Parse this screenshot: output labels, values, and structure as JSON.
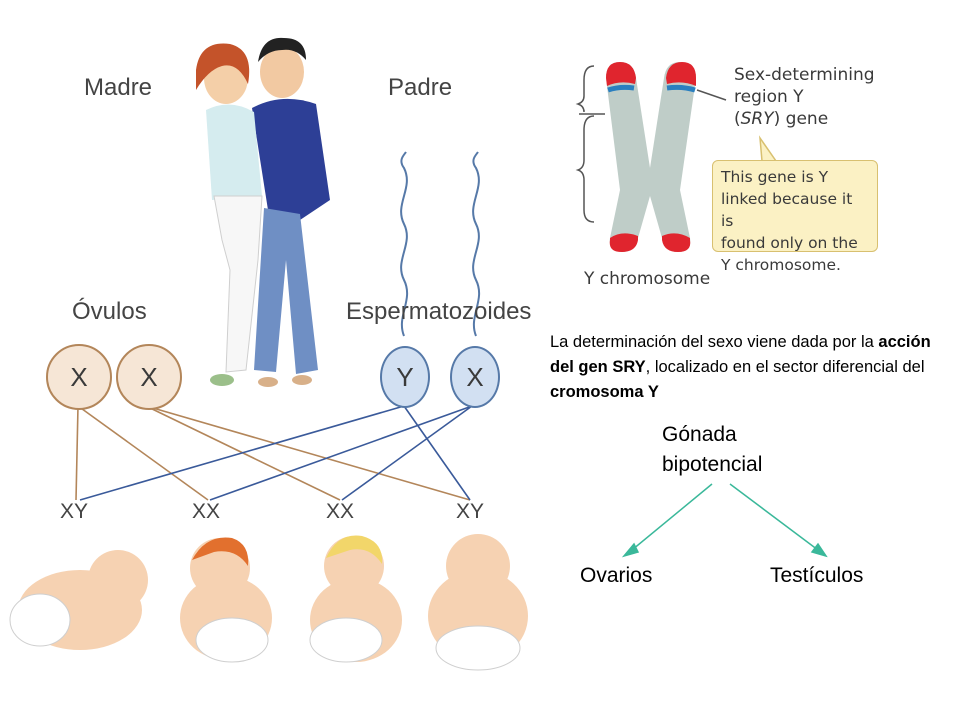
{
  "family": {
    "mother_label": "Madre",
    "father_label": "Padre",
    "ova_label": "Óvulos",
    "sperm_label": "Espermatozoides",
    "ova": [
      "X",
      "X"
    ],
    "sperm": [
      "Y",
      "X"
    ],
    "offspring": [
      "XY",
      "XX",
      "XX",
      "XY"
    ]
  },
  "chromosome": {
    "srY_label_line1": "Sex-determining",
    "srY_label_line2": "region Y",
    "srY_label_line3_open": "(",
    "srY_label_line3_italic": "SRY",
    "srY_label_line3_close": ") gene",
    "note_line1": "This gene is Y",
    "note_line2": "linked because it is",
    "note_line3": "found only on the",
    "note_line4": "Y chromosome.",
    "caption": "Y chromosome"
  },
  "explanation": {
    "part1": "La determinación del sexo viene dada por la ",
    "bold1": "acción del gen SRY",
    "part2": ", localizado en el sector diferencial del ",
    "bold2": "cromosoma Y"
  },
  "gonad": {
    "title_line1": "Gónada",
    "title_line2": "bipotencial",
    "left": "Ovarios",
    "right": "Testículos"
  },
  "colors": {
    "egg_line": "#b3865a",
    "sperm_line": "#3a5a9a",
    "arrow": "#3ab89a",
    "chromosome": "#bfcdc8",
    "telomere": "#e0252e",
    "band": "#2a7fbf"
  }
}
